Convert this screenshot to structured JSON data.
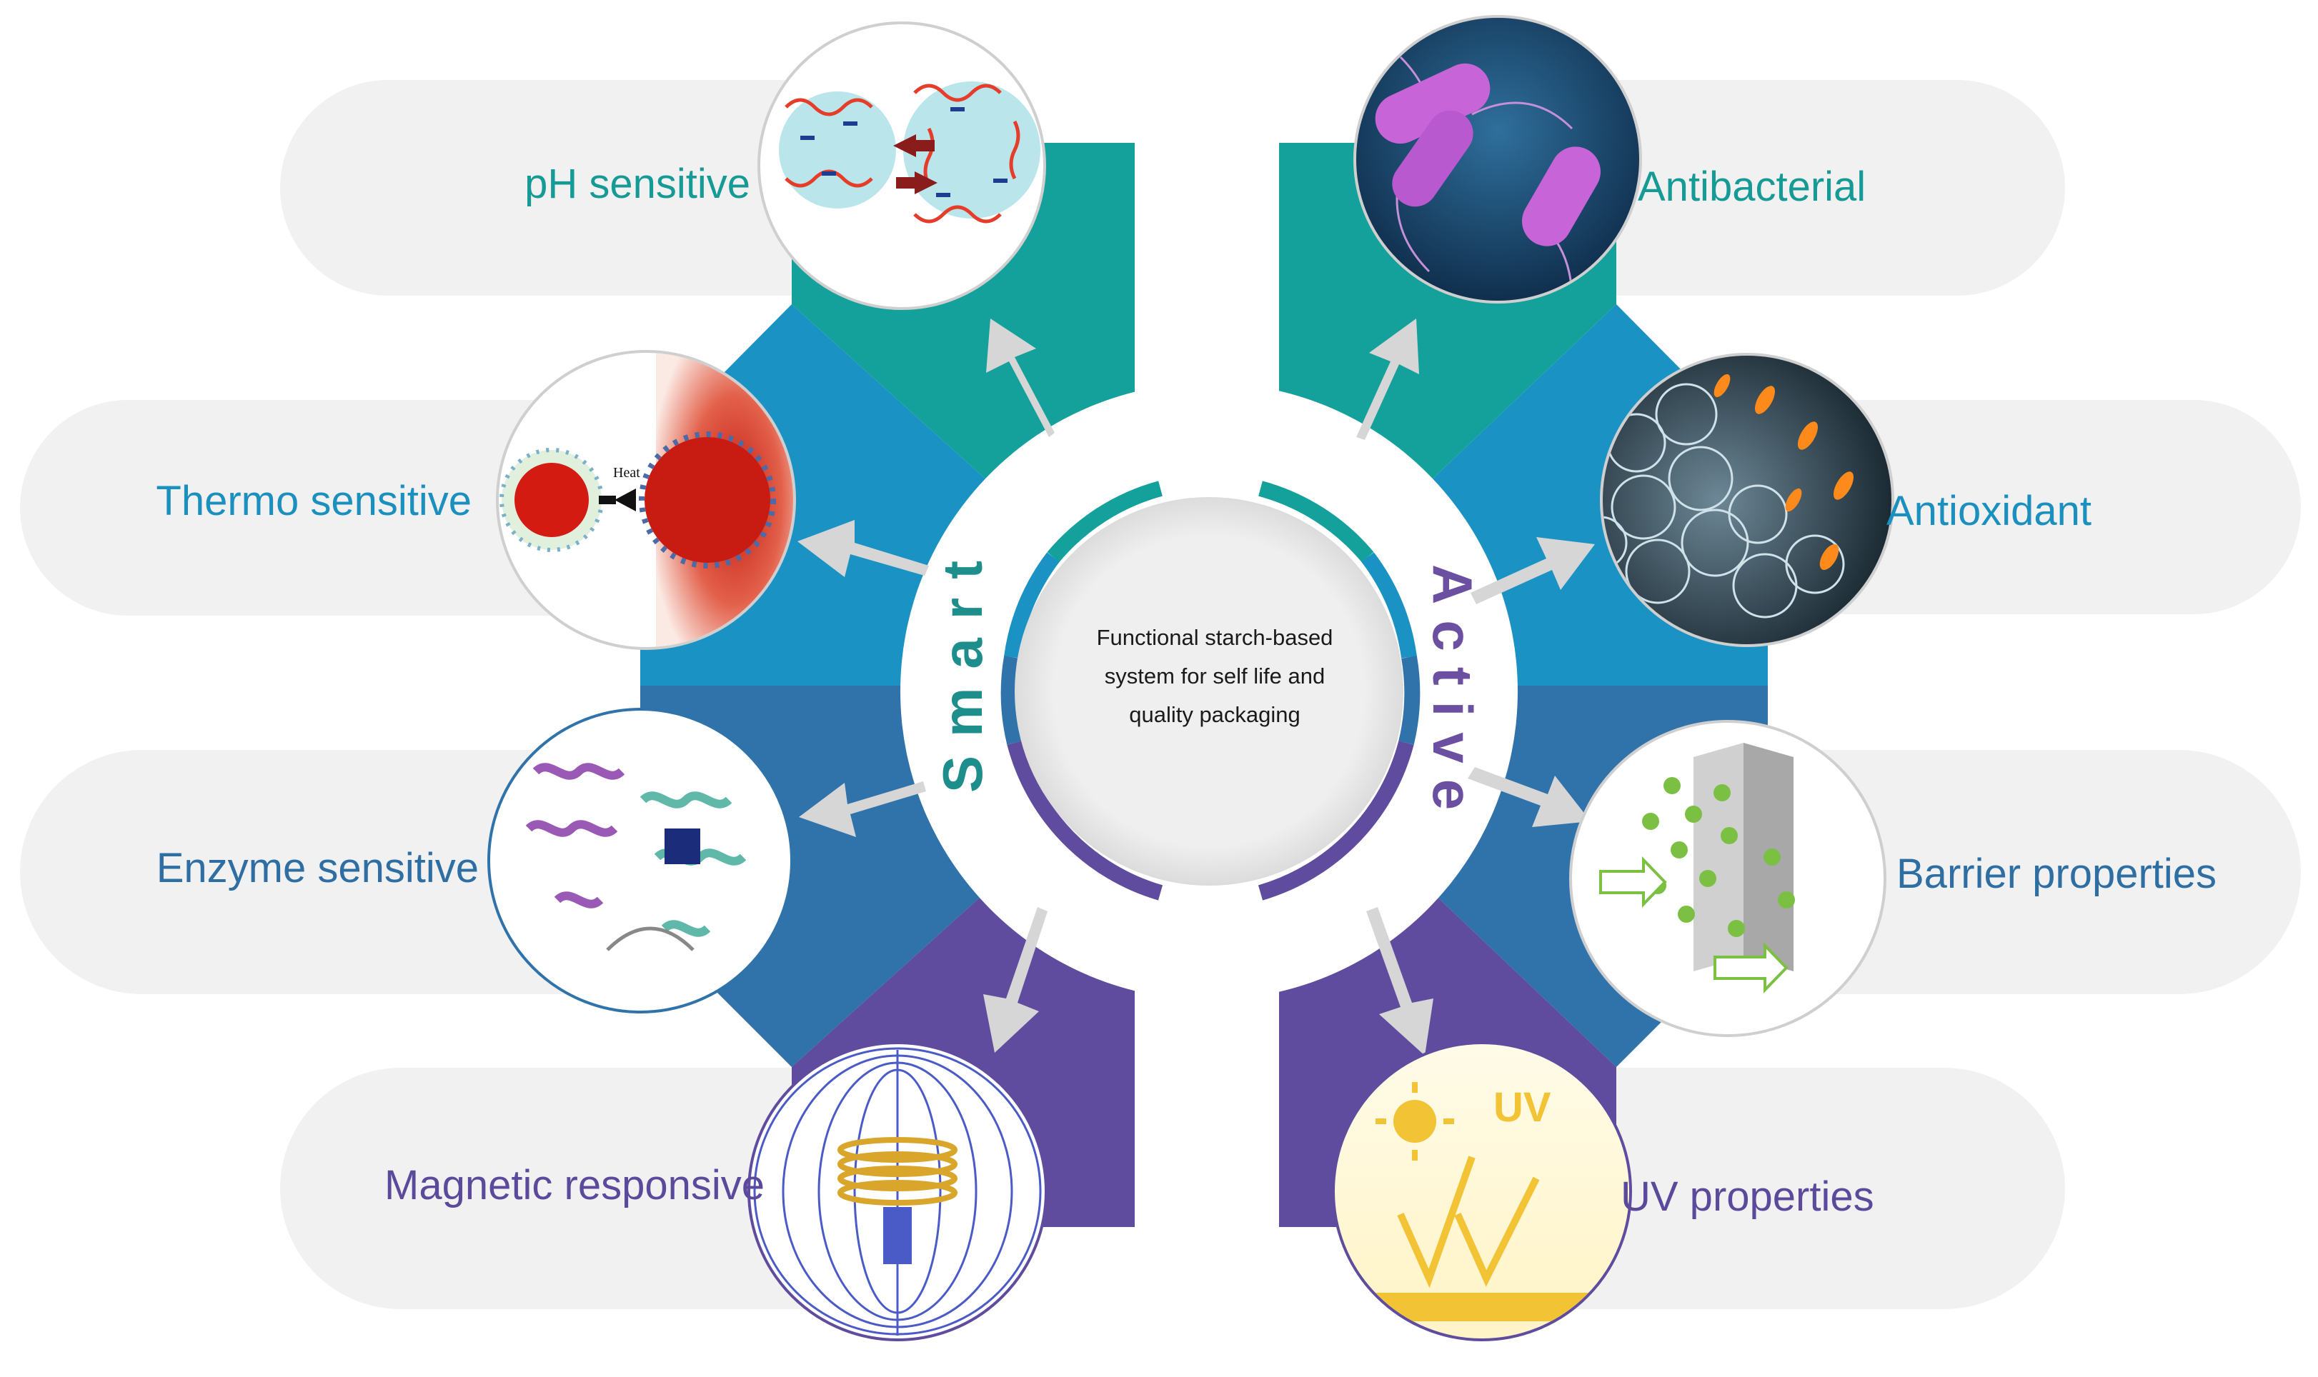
{
  "center": {
    "lines": [
      "Functional starch-based",
      "system for self life and",
      "quality packaging"
    ]
  },
  "groups": {
    "smart": {
      "label": "Smart",
      "color": "#1e8e8c"
    },
    "active": {
      "label": "Active",
      "color": "#6b4fa0"
    }
  },
  "items": {
    "left": [
      {
        "label": "pH sensitive",
        "color": "#169a95",
        "icon": "ph-swelling-icon"
      },
      {
        "label": "Thermo sensitive",
        "color": "#1b8fbe",
        "icon": "heat-micelle-icon"
      },
      {
        "label": "Enzyme sensitive",
        "color": "#2f6ea3",
        "icon": "enzyme-protein-icon"
      },
      {
        "label": "Magnetic responsive",
        "color": "#5b4a9c",
        "icon": "magnetic-coil-icon"
      }
    ],
    "right": [
      {
        "label": "Antibacterial",
        "color": "#169a95",
        "icon": "bacteria-icon"
      },
      {
        "label": "Antioxidant",
        "color": "#1b8fbe",
        "icon": "cell-antioxidant-icon"
      },
      {
        "label": "Barrier properties",
        "color": "#2f6ea3",
        "icon": "barrier-film-icon"
      },
      {
        "label": "UV properties",
        "color": "#5b4a9c",
        "icon": "uv-sun-icon"
      }
    ]
  },
  "colors": {
    "teal": "#14a19b",
    "sky": "#1a93c4",
    "steel": "#2f73aa",
    "purple": "#5f4c9e",
    "pill": "#f1f1f1",
    "arrow": "#d6d6d6"
  },
  "heat_label": "Heat"
}
